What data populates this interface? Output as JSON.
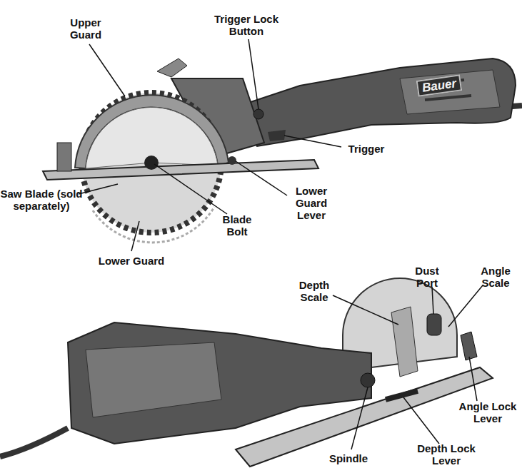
{
  "diagram": {
    "labels": [
      "Upper Guard",
      "Trigger Lock Button",
      "Trigger",
      "Lower Guard Lever",
      "Blade Bolt",
      "Saw Blade (sold separately)",
      "Lower Guard",
      "Depth Scale",
      "Dust Port",
      "Angle Scale",
      "Angle Lock Lever",
      "Depth Lock Lever",
      "Spindle",
      "Bauer"
    ]
  }
}
